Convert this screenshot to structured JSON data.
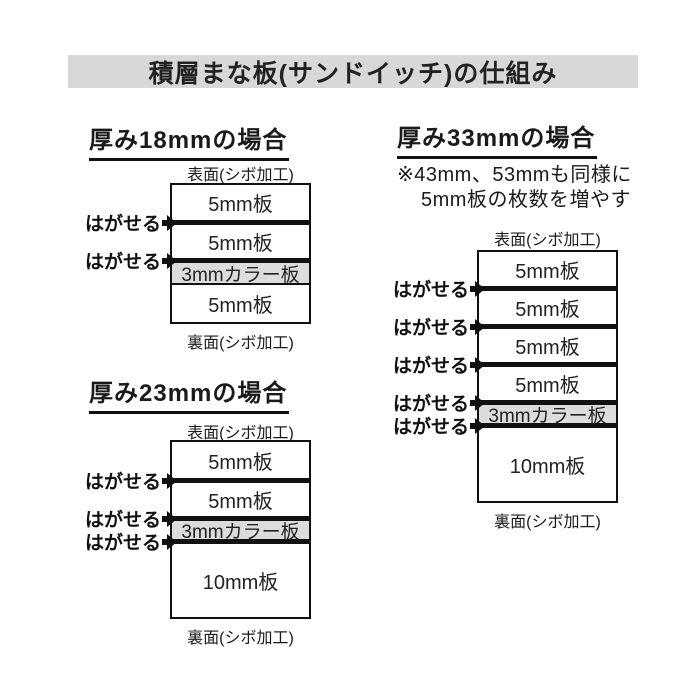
{
  "title": "積層まな板(サンドイッチ)の仕組み",
  "colors": {
    "title_bar_bg": "#d8d8d8",
    "color_board_bg": "#dcdcdc",
    "line": "#111111"
  },
  "labels": {
    "surface": "表面(シボ加工)",
    "back": "裏面(シボ加工)",
    "peel": "はがせる",
    "peel_arrow_icon": "black-right-arrow"
  },
  "diagrams": {
    "d18": {
      "header": "厚み18mmの場合",
      "surface_label": "表面(シボ加工)",
      "back_label": "裏面(シボ加工)",
      "layers": [
        {
          "label": "5mm板",
          "kind": "plain",
          "h": 35
        },
        {
          "label": "5mm板",
          "kind": "plain",
          "h": 33
        },
        {
          "label": "3mmカラー板",
          "kind": "color",
          "h": 20
        },
        {
          "label": "5mm板",
          "kind": "plain",
          "h": 37
        }
      ],
      "peel_after": [
        0,
        1
      ]
    },
    "d23": {
      "header": "厚み23mmの場合",
      "surface_label": "表面(シボ加工)",
      "back_label": "裏面(シボ加工)",
      "layers": [
        {
          "label": "5mm板",
          "kind": "plain",
          "h": 36
        },
        {
          "label": "5mm板",
          "kind": "plain",
          "h": 33
        },
        {
          "label": "3mmカラー板",
          "kind": "color",
          "h": 18
        },
        {
          "label": "10mm板",
          "kind": "plain",
          "h": 73
        }
      ],
      "peel_after": [
        0,
        1,
        2
      ]
    },
    "d33": {
      "header": "厚み33mmの場合",
      "note1": "※43mm、53mmも同様に",
      "note2": "5mm板の枚数を増やす",
      "surface_label": "表面(シボ加工)",
      "back_label": "裏面(シボ加工)",
      "layers": [
        {
          "label": "5mm板",
          "kind": "plain",
          "h": 34
        },
        {
          "label": "5mm板",
          "kind": "plain",
          "h": 33
        },
        {
          "label": "5mm板",
          "kind": "plain",
          "h": 33
        },
        {
          "label": "5mm板",
          "kind": "plain",
          "h": 33
        },
        {
          "label": "3mmカラー板",
          "kind": "color",
          "h": 18
        },
        {
          "label": "10mm板",
          "kind": "plain",
          "h": 73
        }
      ],
      "peel_after": [
        0,
        1,
        2,
        3,
        4
      ]
    }
  }
}
